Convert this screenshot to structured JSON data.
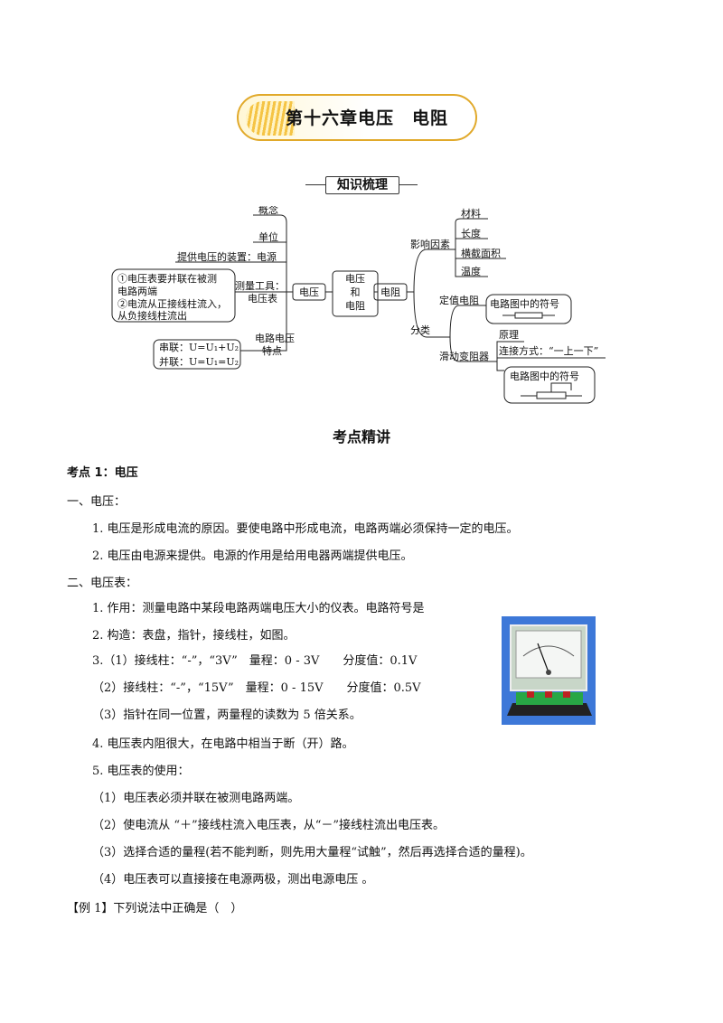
{
  "chapter_title": "第十六章电压　电阻",
  "section_label": "知识梳理",
  "mindmap": {
    "center": "电压\n和\n电阻",
    "left_node": "电压",
    "right_node": "电阻",
    "left_items": {
      "concept": "概念",
      "unit": "单位",
      "device": "提供电压的装置：电源",
      "voltmeter_notes": [
        "①电压表要并联在被测",
        "电路两端",
        "②电流从正接线柱流入，",
        "从负接线柱流出"
      ],
      "tool": [
        "测量工具：",
        "电压表"
      ],
      "circuit_feature": [
        "电路电压",
        "特点"
      ],
      "series": "串联：U=U₁+U₂",
      "parallel": "并联：U=U₁=U₂"
    },
    "right_items": {
      "factors": "影响因素",
      "factor_list": [
        "材料",
        "长度",
        "横截面积",
        "温度"
      ],
      "classification": "分类",
      "fixed": "定值电阻",
      "fixed_symbol": "电路图中的符号",
      "variable": "滑动变阻器",
      "principle": "原理",
      "connection": "连接方式：“一上一下”",
      "variable_symbol": "电路图中的符号"
    }
  },
  "heading": "考点精讲",
  "lines": {
    "kp1": "考点 1：电压",
    "s1": "一、电压：",
    "s1_1": "1. 电压是形成电流的原因。要使电路中形成电流，电路两端必须保持一定的电压。",
    "s1_2": "2. 电压由电源来提供。电源的作用是给用电器两端提供电压。",
    "s2": "二、电压表：",
    "s2_1": "1. 作用：测量电路中某段电路两端电压大小的仪表。电路符号是",
    "s2_2": "2. 构造：表盘，指针，接线柱，如图。",
    "s2_3": "3.（1）接线柱：“-”，“3V”　量程：0 - 3V　　分度值：0.1V",
    "s2_3b": "（2）接线柱：“-”，“15V”　量程：0 - 15V　　分度值：0.5V",
    "s2_3c": "（3）指针在同一位置，两量程的读数为 5 倍关系。",
    "s2_4": "4. 电压表内阻很大，在电路中相当于断（开）路。",
    "s2_5": "5. 电压表的使用：",
    "s2_5a": "（1）电压表必须并联在被测电路两端。",
    "s2_5b": "（2）使电流从 “＋”接线柱流入电压表，从“－”接线柱流出电压表。",
    "s2_5c": "（3）选择合适的量程(若不能判断，则先用大量程“试触”，然后再选择合适的量程)。",
    "s2_5d": "（4）电压表可以直接接在电源两极，测出电源电压 。",
    "ex1": "【例 1】下列说法中正确是（　）"
  },
  "colors": {
    "banner_border": "#e1a92a",
    "banner_stripe": "#f5c445",
    "photo_bg": "#3d78d8"
  }
}
